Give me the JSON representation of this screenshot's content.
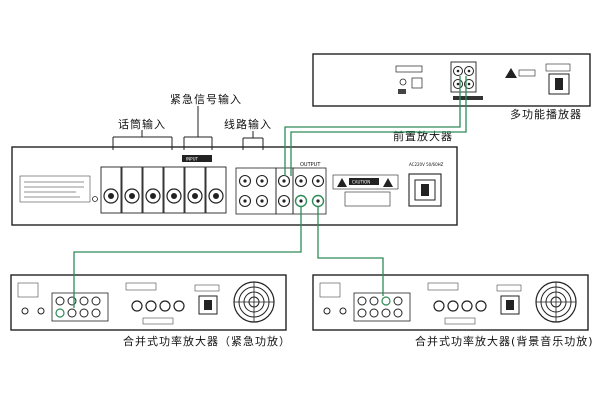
{
  "labels": {
    "mic_inputs": "话筒输入",
    "emergency_inputs": "紧急信号输入",
    "line_inputs": "线路输入",
    "preamp": "前置放大器",
    "multi_player": "多功能播放器",
    "amp_emergency": "合并式功率放大器（紧急功放）",
    "amp_background": "合并式功率放大器(背景音乐功放)",
    "input_tag": "INPUT",
    "output_tag": "OUTPUT",
    "power_tag": "AC220V 50/60HZ",
    "caution_tag": "CAUTION"
  },
  "colors": {
    "wire": "#2e8b57",
    "outline": "#222222"
  }
}
